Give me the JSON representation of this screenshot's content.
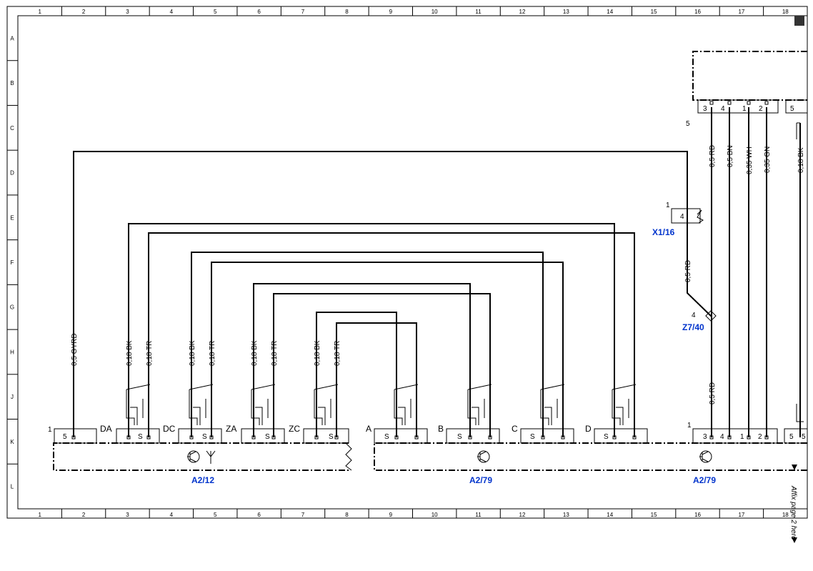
{
  "grid": {
    "columns": [
      "1",
      "2",
      "3",
      "4",
      "5",
      "6",
      "7",
      "8",
      "9",
      "10",
      "11",
      "12",
      "13",
      "14",
      "15",
      "16",
      "17",
      "18"
    ],
    "rows": [
      "A",
      "B",
      "C",
      "D",
      "E",
      "F",
      "G",
      "H",
      "J",
      "K",
      "L"
    ]
  },
  "components": {
    "a2_12": "A2/12",
    "a2_79_left": "A2/79",
    "a2_79_right": "A2/79",
    "x1_16": "X1/16",
    "z7_40": "Z7/40"
  },
  "wires": {
    "gyrd": "0,5 GYRD",
    "bk": "0,18 BK",
    "tr": "0,18 TR",
    "rd": "0,5 RD",
    "bn": "0,5 BN",
    "wh": "0,35 WH",
    "gn": "0,35 GN"
  },
  "connector_labels": {
    "da": "DA",
    "dc": "DC",
    "za": "ZA",
    "zc": "ZC",
    "a": "A",
    "b": "B",
    "c": "C",
    "d": "D"
  },
  "pins": {
    "one": "1",
    "two": "2",
    "three": "3",
    "four": "4",
    "five": "5",
    "s": "S"
  },
  "side_note": "Affix page 2 here",
  "colors": {
    "label_blue": "#0033cc",
    "line": "#000000",
    "background": "#ffffff"
  }
}
